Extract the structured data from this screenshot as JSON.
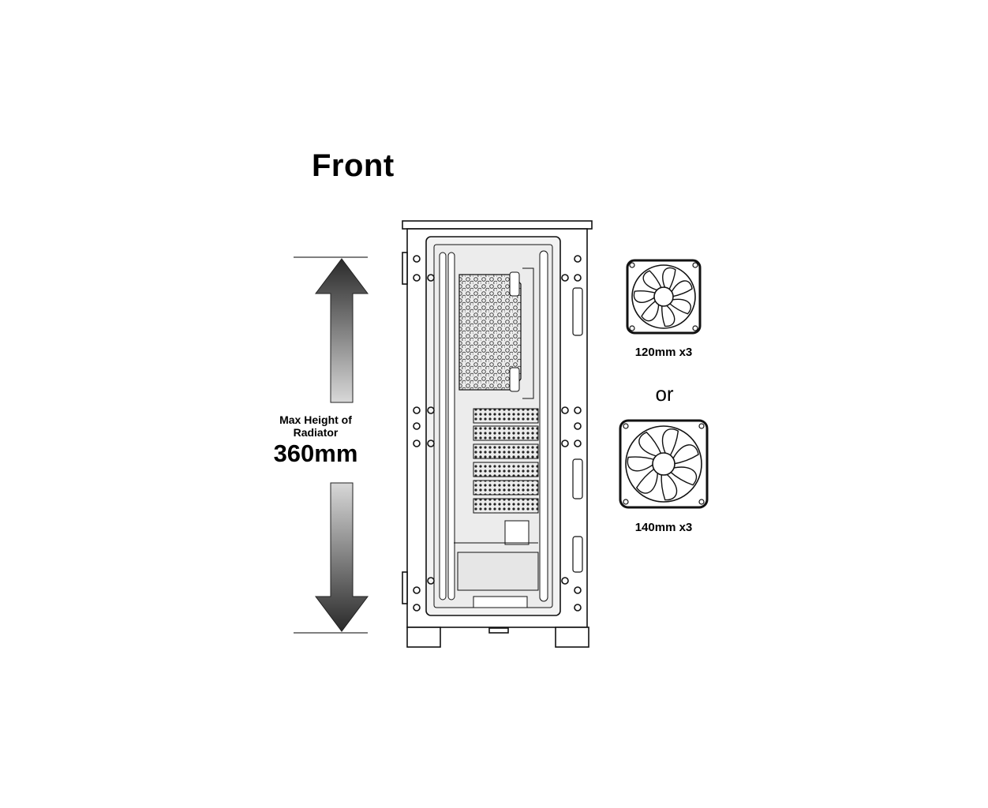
{
  "title": "Front",
  "radiator": {
    "line1": "Max Height of",
    "line2": "Radiator",
    "size": "360mm"
  },
  "fans": [
    {
      "label": "120mm x3"
    },
    {
      "label": "140mm x3"
    }
  ],
  "separator": "or",
  "icons": [
    "double-arrow",
    "pc-case-front",
    "fan-120mm-icon",
    "fan-140mm-icon"
  ]
}
